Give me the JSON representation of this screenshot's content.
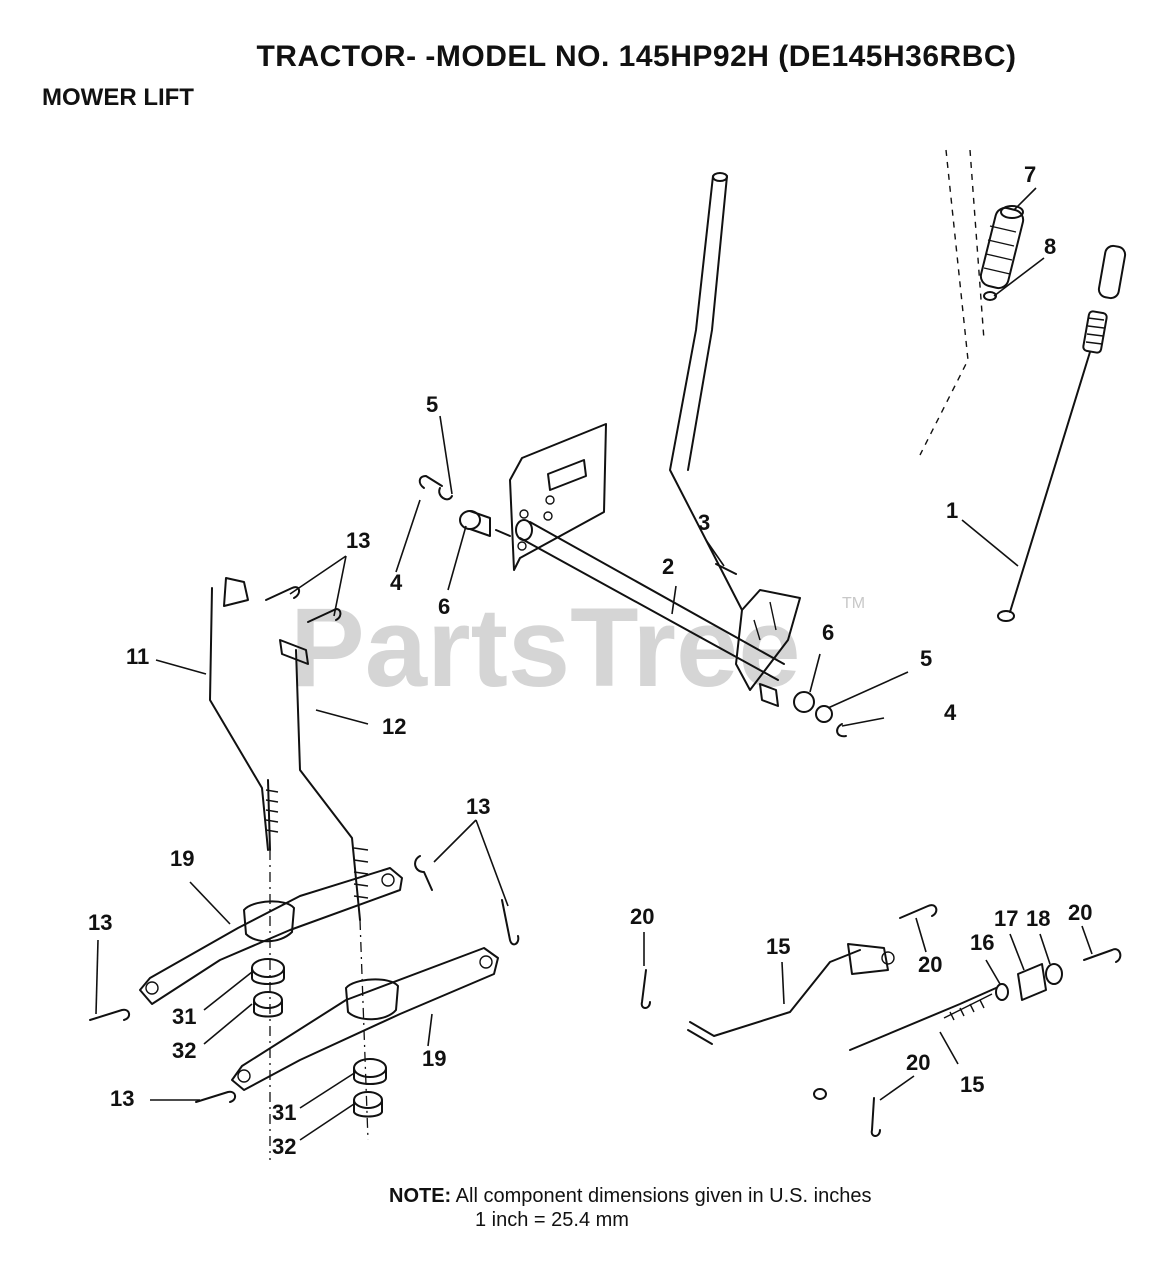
{
  "header": {
    "title": "TRACTOR- -MODEL NO. 145HP92H (DE145H36RBC)",
    "subtitle": "MOWER LIFT"
  },
  "watermark": {
    "text": "PartsTree",
    "mark": "TM"
  },
  "callouts": {
    "c1": "1",
    "c2": "2",
    "c3": "3",
    "c4a": "4",
    "c4b": "4",
    "c5a": "5",
    "c5b": "5",
    "c6a": "6",
    "c6b": "6",
    "c7": "7",
    "c8": "8",
    "c11": "11",
    "c12": "12",
    "c13a": "13",
    "c13b": "13",
    "c13c": "13",
    "c13d": "13",
    "c15a": "15",
    "c15b": "15",
    "c16": "16",
    "c17": "17",
    "c18": "18",
    "c19a": "19",
    "c19b": "19",
    "c20a": "20",
    "c20b": "20",
    "c20c": "20",
    "c20d": "20",
    "c31a": "31",
    "c31b": "31",
    "c32a": "32",
    "c32b": "32"
  },
  "note": {
    "label": "NOTE:",
    "line1": "All component dimensions given in U.S. inches",
    "line2": "1 inch = 25.4 mm"
  }
}
